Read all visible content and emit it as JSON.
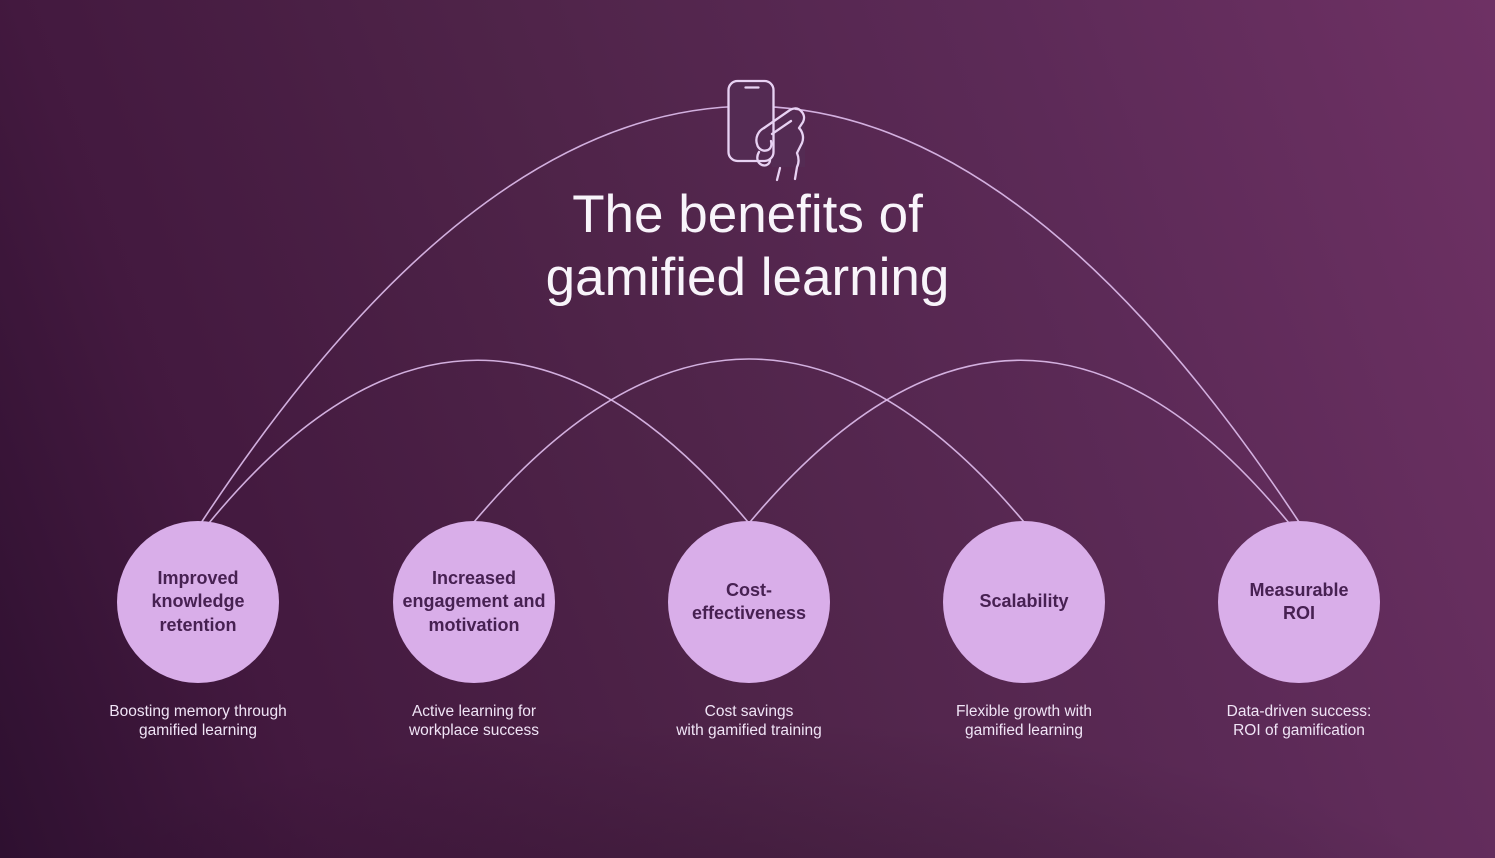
{
  "title": "The benefits of\ngamified learning",
  "header_icon": "hand-holding-phone",
  "benefits": [
    {
      "label": "Improved\nknowledge\nretention",
      "description": "Boosting memory through\ngamified learning"
    },
    {
      "label": "Increased\nengagement and\nmotivation",
      "description": "Active learning for\nworkplace success"
    },
    {
      "label": "Cost-\neffectiveness",
      "description": "Cost savings\nwith gamified training"
    },
    {
      "label": "Scalability",
      "description": "Flexible growth with\ngamified learning"
    },
    {
      "label": "Measurable\nROI",
      "description": "Data-driven success:\nROI of gamification"
    }
  ],
  "colors": {
    "background_dark": "#331330",
    "background_light": "#6b2e63",
    "circle_fill": "#d9aee9",
    "circle_text": "#472152",
    "title_text": "#f8f4fa",
    "description_text": "#f0e4f6",
    "line_stroke": "#ddbcec",
    "icon_stroke": "#e8d2f3"
  }
}
